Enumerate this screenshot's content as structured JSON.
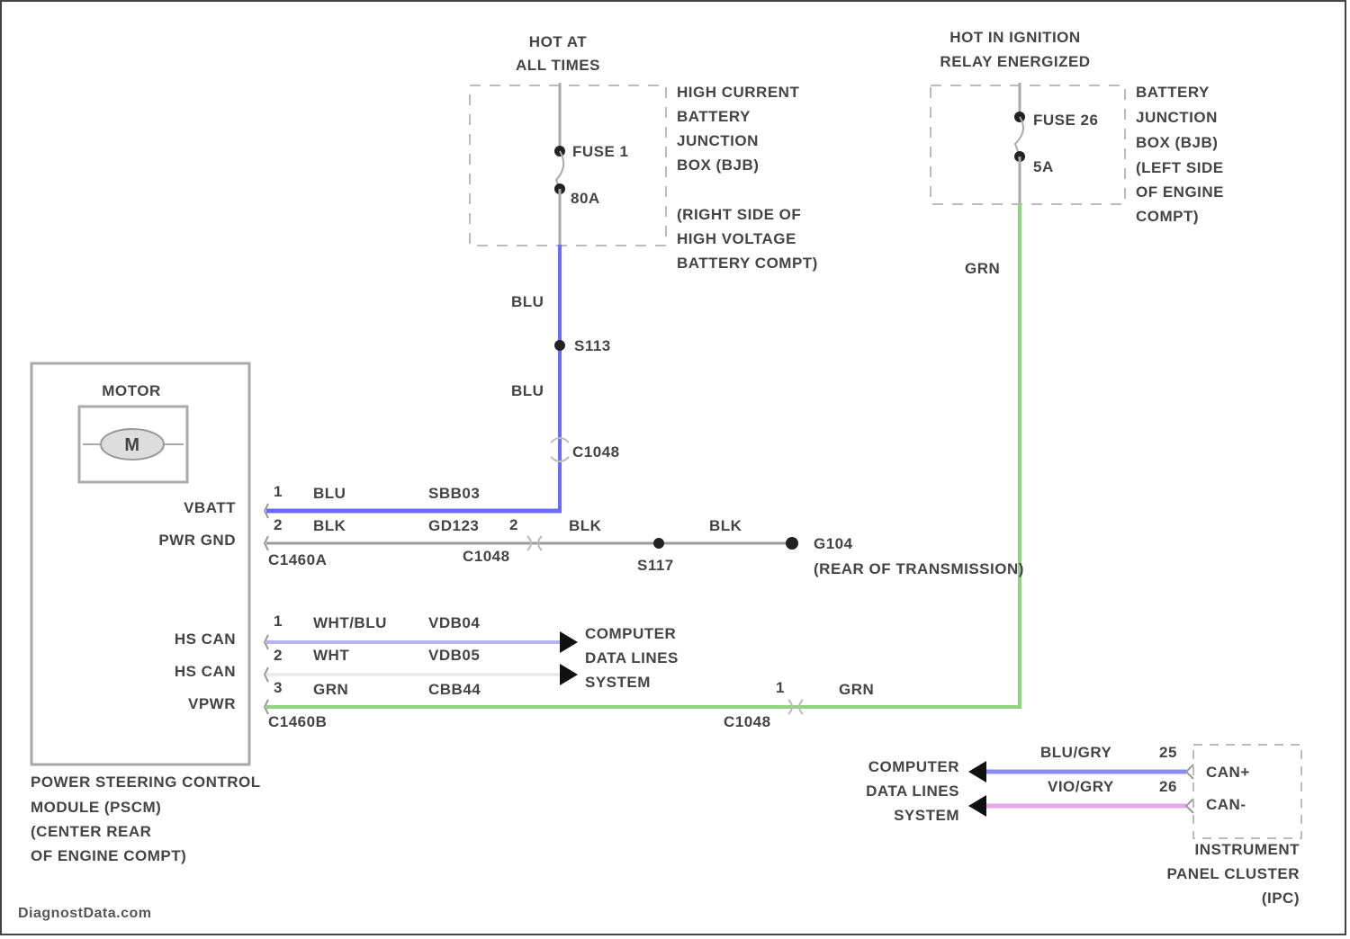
{
  "power_sources": {
    "hot_at_all_times": [
      "HOT AT",
      "ALL TIMES"
    ],
    "hot_in_ignition": [
      "HOT IN IGNITION",
      "RELAY ENERGIZED"
    ]
  },
  "hcbjb": {
    "fuse_label": "FUSE 1",
    "fuse_rating": "80A",
    "description": [
      "HIGH CURRENT",
      "BATTERY",
      "JUNCTION",
      "BOX (BJB)",
      "",
      "(RIGHT SIDE OF",
      "HIGH VOLTAGE",
      "BATTERY COMPT)"
    ]
  },
  "bjb": {
    "fuse_label": "FUSE 26",
    "fuse_rating": "5A",
    "description": [
      "BATTERY",
      "JUNCTION",
      "BOX (BJB)",
      "(LEFT SIDE",
      "OF ENGINE",
      "COMPT)"
    ]
  },
  "wires": {
    "blu_upper": "BLU",
    "splice": "S113",
    "blu_lower": "BLU",
    "c1048_top": "C1048",
    "grn_vertical": "GRN",
    "vbatt_pin": "1",
    "vbatt_color": "BLU",
    "vbatt_circuit": "SBB03",
    "gnd_pin": "2",
    "gnd_color": "BLK",
    "gnd_circuit": "GD123",
    "c1048_pin": "2",
    "gnd_color_2": "BLK",
    "gnd_color_3": "BLK",
    "c1460a": "C1460A",
    "c1048_mid": "C1048",
    "splice_s117": "S117",
    "ground_g104": "G104",
    "ground_location": "(REAR OF TRANSMISSION)",
    "hscan_pin_1": "1",
    "hscan_color_1": "WHT/BLU",
    "hscan_circuit_1": "VDB04",
    "hscan_pin_2": "2",
    "hscan_color_2": "WHT",
    "hscan_circuit_2": "VDB05",
    "vpwr_pin": "3",
    "vpwr_color": "GRN",
    "vpwr_circuit": "CBB44",
    "c1460b": "C1460B",
    "c1048_pin_bottom": "1",
    "grn_bottom": "GRN",
    "c1048_bottom": "C1048"
  },
  "data_lines_left": [
    "COMPUTER",
    "DATA LINES",
    "SYSTEM"
  ],
  "data_lines_right": [
    "COMPUTER",
    "DATA LINES",
    "SYSTEM"
  ],
  "ipc": {
    "wire_1_color": "BLU/GRY",
    "wire_1_pin": "25",
    "wire_1_signal": "CAN+",
    "wire_2_color": "VIO/GRY",
    "wire_2_pin": "26",
    "wire_2_signal": "CAN-",
    "name": [
      "INSTRUMENT",
      "PANEL CLUSTER",
      "(IPC)"
    ]
  },
  "pscm": {
    "motor_label": "MOTOR",
    "motor_symbol": "M",
    "pins": [
      "VBATT",
      "PWR GND",
      "HS CAN",
      "HS CAN",
      "VPWR"
    ],
    "name": [
      "POWER STEERING CONTROL",
      "MODULE (PSCM)",
      "(CENTER REAR",
      "OF ENGINE COMPT)"
    ]
  },
  "watermark": "DiagnostData.com",
  "colors": {
    "blu": "#6a6aff",
    "grn": "#8fd47f",
    "blk": "#9a9a9a",
    "wht_blu": "#b4b4f0",
    "wht": "#e6e6e6",
    "blu_gry": "#8c8cf0",
    "vio_gry": "#e4a8e8"
  }
}
